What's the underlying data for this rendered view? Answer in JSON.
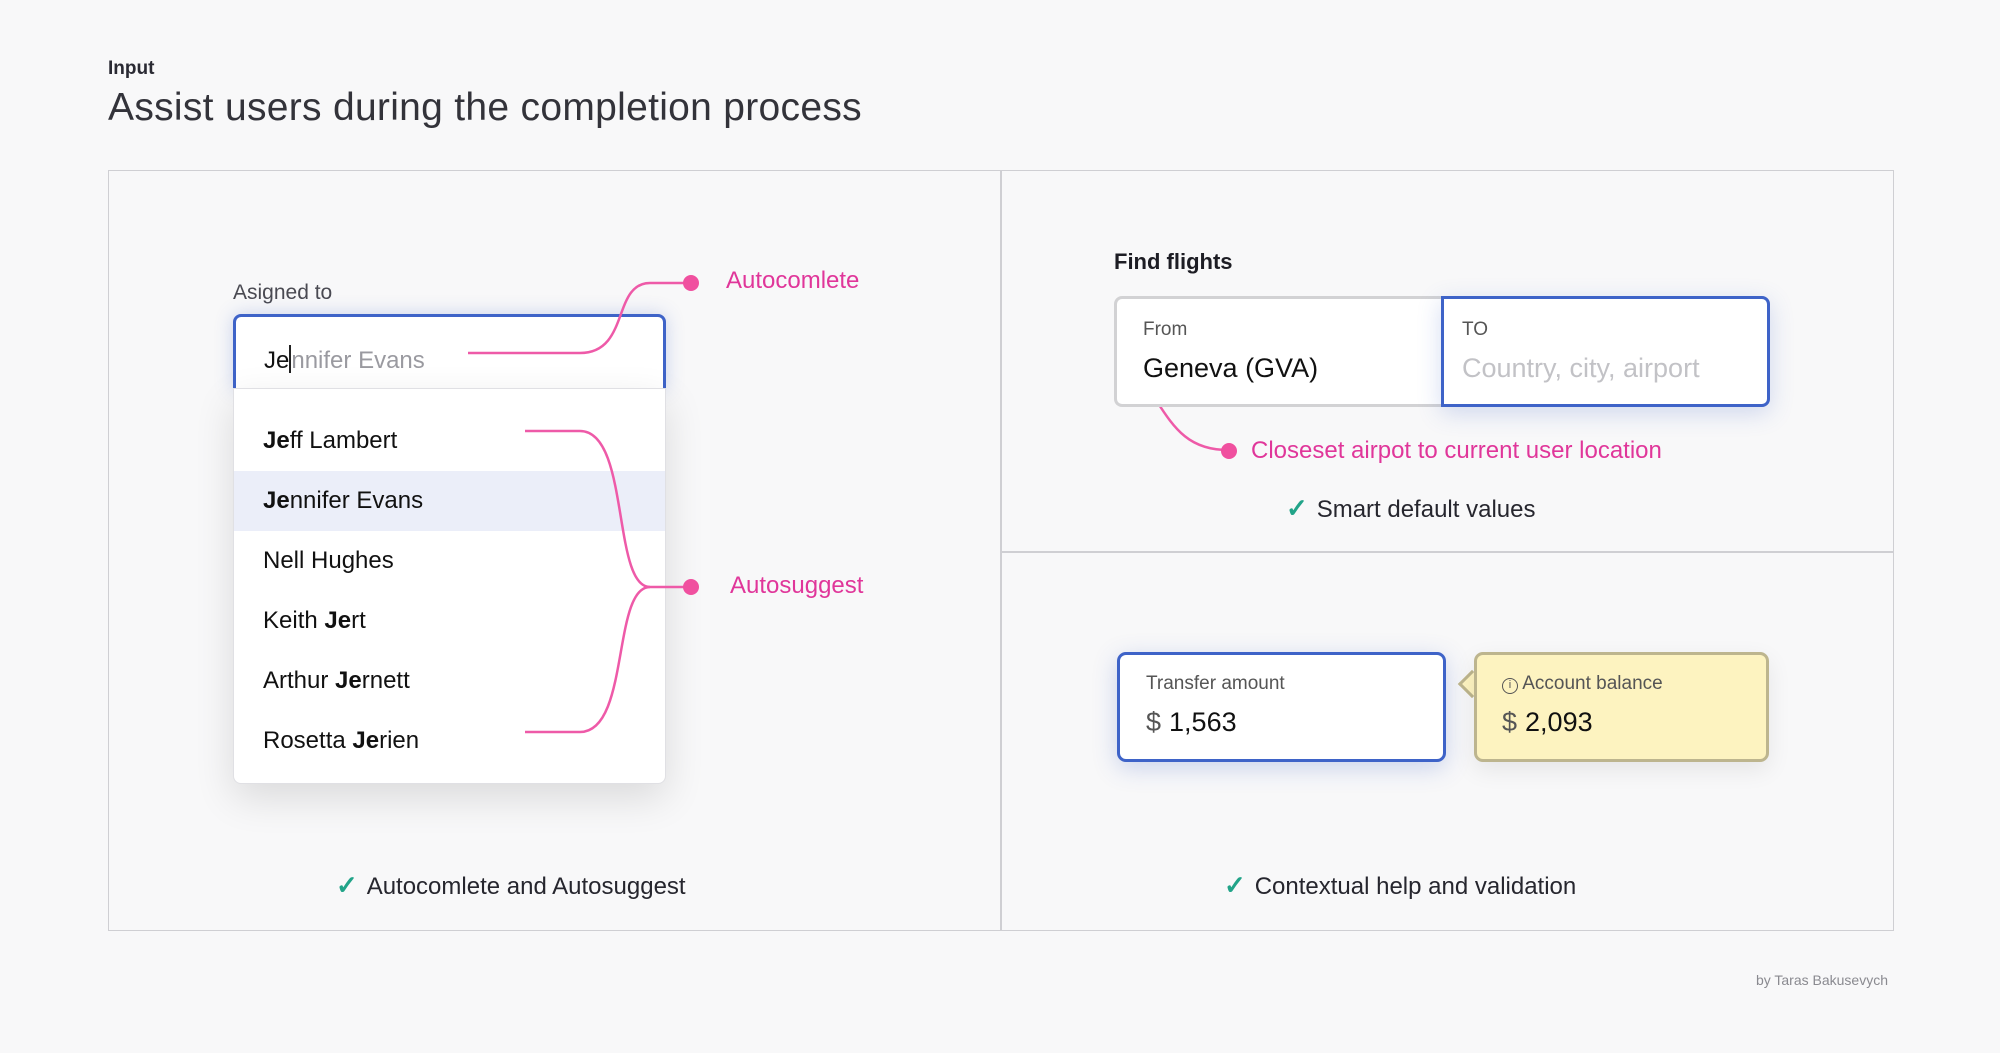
{
  "header": {
    "kicker": "Input",
    "title": "Assist users during the completion process"
  },
  "autocomplete_panel": {
    "field_label": "Asigned to",
    "input_typed": "Je",
    "input_ghost": "nnifer Evans",
    "suggestions": [
      {
        "pre": "",
        "match": "Je",
        "post": "ff Lambert"
      },
      {
        "pre": "",
        "match": "Je",
        "post": "nnifer Evans",
        "highlighted": true
      },
      {
        "pre": "Nell Hughes",
        "match": "",
        "post": ""
      },
      {
        "pre": "Keith ",
        "match": "Je",
        "post": "rt"
      },
      {
        "pre": "Arthur ",
        "match": "Je",
        "post": "rnett"
      },
      {
        "pre": "Rosetta ",
        "match": "Je",
        "post": "rien"
      }
    ],
    "annotation_autocomplete": "Autocomlete",
    "annotation_autosuggest": "Autosuggest",
    "caption": "Autocomlete and Autosuggest"
  },
  "flights_panel": {
    "title": "Find flights",
    "from_label": "From",
    "from_value": "Geneva (GVA)",
    "to_label": "TO",
    "to_placeholder": "Country, city, airport",
    "annotation": "Closeset airpot to current user location",
    "caption": "Smart default values"
  },
  "transfer_panel": {
    "transfer_label": "Transfer amount",
    "currency": "$",
    "transfer_value": "1,563",
    "balance_label": "Account balance",
    "balance_value": "2,093",
    "caption": "Contextual help and validation"
  },
  "credit": "by Taras Bakusevych",
  "colors": {
    "accent": "#3e63c8",
    "annotation": "#e0369a",
    "check": "#22a489",
    "tooltip_bg": "#fdf3c0"
  }
}
